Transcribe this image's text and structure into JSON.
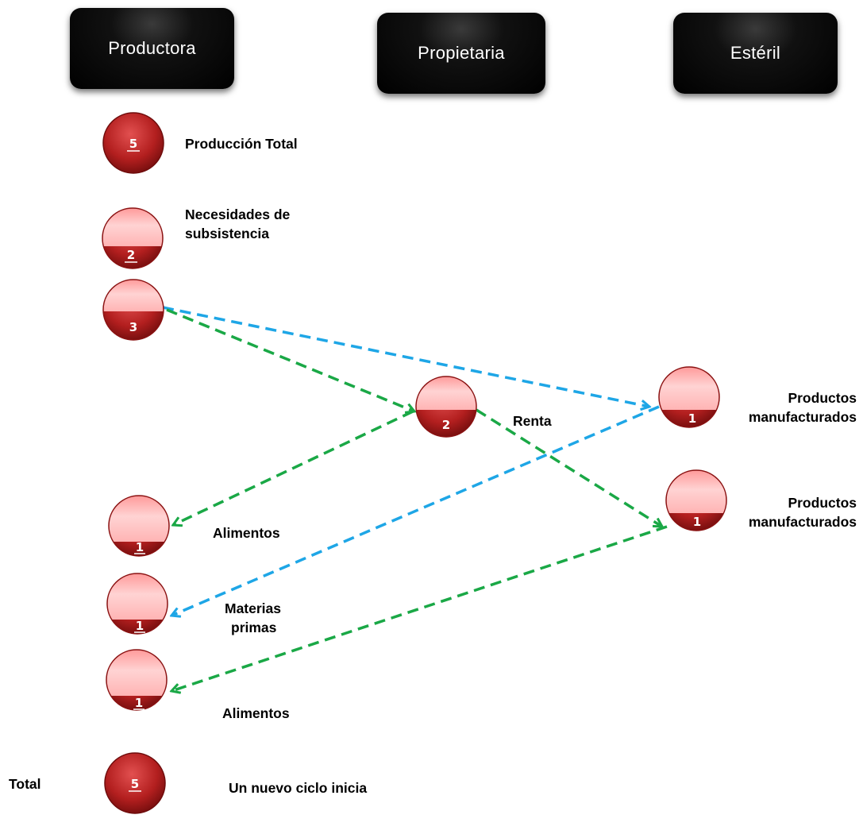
{
  "columns": {
    "productora": "Productora",
    "propietaria": "Propietaria",
    "esteril": "Estéril"
  },
  "nodes": {
    "produccion_total": "5",
    "subsistencia": "2",
    "productora_excedente": "3",
    "renta": "2",
    "manufacturados_a": "1",
    "manufacturados_b": "1",
    "alimentos_a": "1",
    "materias_primas": "1",
    "alimentos_b": "1",
    "total": "5"
  },
  "labels": {
    "produccion_total": "Producción Total",
    "subsistencia_line1": "Necesidades de",
    "subsistencia_line2": "subsistencia",
    "renta": "Renta",
    "manufacturados_a_line1": "Productos",
    "manufacturados_a_line2": "manufacturados",
    "manufacturados_b_line1": "Productos",
    "manufacturados_b_line2": "manufacturados",
    "alimentos_a": "Alimentos",
    "materias_line1": "Materias",
    "materias_line2": "primas",
    "alimentos_b": "Alimentos",
    "total": "Total",
    "nuevo_ciclo": "Un nuevo ciclo inicia"
  },
  "colors": {
    "circle_dark": "#a01818",
    "circle_light": "#ffc8c8",
    "arrow_green": "#1aa846",
    "arrow_blue": "#1ea6e6",
    "box": "#000000"
  }
}
